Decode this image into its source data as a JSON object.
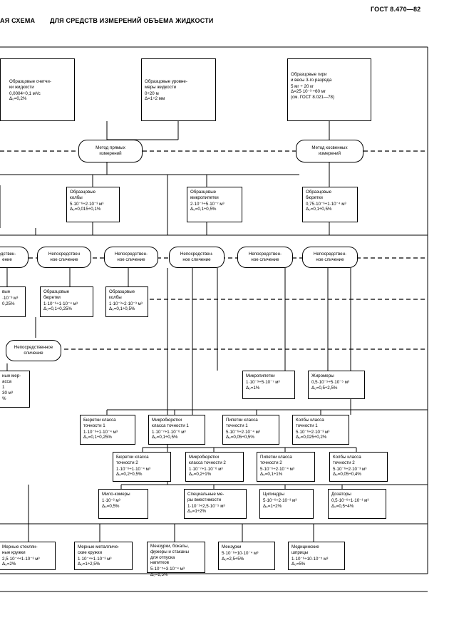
{
  "header": {
    "left": "АЯ СХЕМА",
    "center": "ДЛЯ СРЕДСТВ ИЗМЕРЕНИЙ ОБЪЕМА ЖИДКОСТИ",
    "right": "ГОСТ 8.470—82"
  },
  "top_boxes": {
    "meters": {
      "title": "Образцовые счетчи-\nки жидкости",
      "formula": "0,0004÷0,1 м³/с\nΔ₀=0,2%"
    },
    "level": {
      "title": "Образцовые уровне-\nмеры жидкости",
      "formula": "0÷20 м\nΔ=1÷2 мм"
    },
    "weights": {
      "title": "Образцовые гири\nи весы 3-го разряда",
      "formula": "5 мг ÷ 20 кг\nΔ=25·10⁻³ ÷60 мг\n(см. ГОСТ 8.021—78)"
    }
  },
  "methods": {
    "direct": "Метод прямых\nизмерений",
    "indirect": "Метод косвенных\nизмерений"
  },
  "mid_boxes": {
    "flasks": {
      "title": "Образцовые\nколбы",
      "formula": "5·10⁻⁶÷2·10⁻³ м³\nΔ₀=0,015÷0,1%"
    },
    "micropipettes": {
      "title": "Образцовые\nмикропипетки",
      "formula": "2·10⁻⁹÷5·10⁻⁷ м³\nΔ₀=0,1÷0,5%"
    },
    "burettes": {
      "title": "Образцовые\nбюретки",
      "formula": "0,75·10⁻⁶÷1·10⁻⁴ м³\nΔ₀=0,1÷0,5%"
    }
  },
  "compare_ovals": [
    "едствен-\nение",
    "Непосредствен\nное сличение",
    "Непосредствен-\nное сличение",
    "Непосредствен-\nное сличение",
    "Непосредствен-\nное сличение",
    "Непосредствен-\nное сличение"
  ],
  "row3": {
    "left_partial": {
      "title": "вые",
      "formula": "·10⁻³ м³\n0,25%"
    },
    "burettes2": {
      "title": "Образцовые\nбюретки",
      "formula": "1·10⁻⁶÷1·10⁻⁴ м³\nΔ₀=0,1÷0,25%"
    },
    "flasks2": {
      "title": "Образцовые\nколбы",
      "formula": "1·10⁻³÷2·10⁻³ м³\nΔ₀=0,1÷0,5%"
    }
  },
  "compare_left": "Непосредственное\nсличение",
  "left_partial2": {
    "title": "ные мер-\nасса\n1",
    "formula": "30 м³\n%"
  },
  "row4": {
    "micropipettes": {
      "title": "Микропипетки",
      "formula": "1·10⁻⁹÷5·10⁻⁷ м³\nΔ₀=1%"
    },
    "microburettes": {
      "title": "Жиромеры",
      "formula": "0,5·10⁻⁵÷5·10⁻⁵ м³\nΔ₀=0,5÷2,5%"
    }
  },
  "class1": [
    {
      "title": "Бюретки класса\nточности 1",
      "formula": "1·10⁻⁶÷1·10⁻⁴ м³\nΔ₀=0,1÷0,25%"
    },
    {
      "title": "Микробюретки\nкласса точности 1",
      "formula": "1·10⁻⁷÷1·10⁻⁶ м³\nΔ₀=0,1÷0,5%"
    },
    {
      "title": "Пипетки класса\nточности 1",
      "formula": "5·10⁻⁶÷2·10⁻⁴ м³\nΔ₀=0,05÷0,5%"
    },
    {
      "title": "Колбы класса\nточности 1",
      "formula": "5·10⁻⁶÷2·10⁻³ м³\nΔ₀=0,025÷0,2%"
    }
  ],
  "class2": [
    {
      "title": "Бюретки класса\nточности 2",
      "formula": "1·10⁻⁶÷1·10⁻⁴ м³\nΔ₀=0,2÷0,5%"
    },
    {
      "title": "Микробюретки\nкласса точности 2",
      "formula": "1·10⁻⁷÷1·10⁻⁶ м³\nΔ₀=0,2÷1%"
    },
    {
      "title": "Пипетки класса\nточности 2",
      "formula": "5·10⁻⁶÷2·10⁻⁴ м³\nΔ₀=0,1÷1%"
    },
    {
      "title": "Колбы класса\nточности 2",
      "formula": "5·10⁻⁶÷2·10⁻³ м³\nΔ₀=0,05÷0,4%"
    }
  ],
  "row_special": [
    {
      "title": "Мило-комеры",
      "formula": "1·10⁻² м³\nΔ₀=0,5%"
    },
    {
      "title": "Специальные ме-\nры вместимости",
      "formula": "1·10⁻¹÷2,5·10⁻⁵ м³\nΔ₀=1÷2%"
    },
    {
      "title": "Цилиндры",
      "formula": "5·10⁻⁶÷2·10⁻³ м³\nΔ₀=1÷2%"
    },
    {
      "title": "Дозаторы",
      "formula": "0,5·10⁻⁶÷1·10⁻¹ м³\nΔ₀=0,5÷4%"
    }
  ],
  "bottom": [
    {
      "title": "Мерные стеклян-\nные кружки",
      "formula": "2,5·10⁻⁴÷1·10⁻³ м³\nΔ₀=2%"
    },
    {
      "title": "Мерные металличе-\nские кружки",
      "formula": "1·10⁻⁴÷1·10⁻³ м³\nΔ₀=1÷2,5%"
    },
    {
      "title": "Мензурки, бокалы,\nфужеры и стаканы\nдля отпуска\nнапитков",
      "formula": "5·10⁻⁵÷3·10⁻⁴ м³\nΔ₀=2,5%"
    },
    {
      "title": "Мензурки",
      "formula": "5·10⁻⁶÷10·10⁻⁴ м³\nΔ₀=2,5÷5%"
    },
    {
      "title": "Медицинские\nшприцы",
      "formula": "1·10⁻⁶÷10·10⁻⁵ м³\nΔ₀=5%"
    }
  ]
}
